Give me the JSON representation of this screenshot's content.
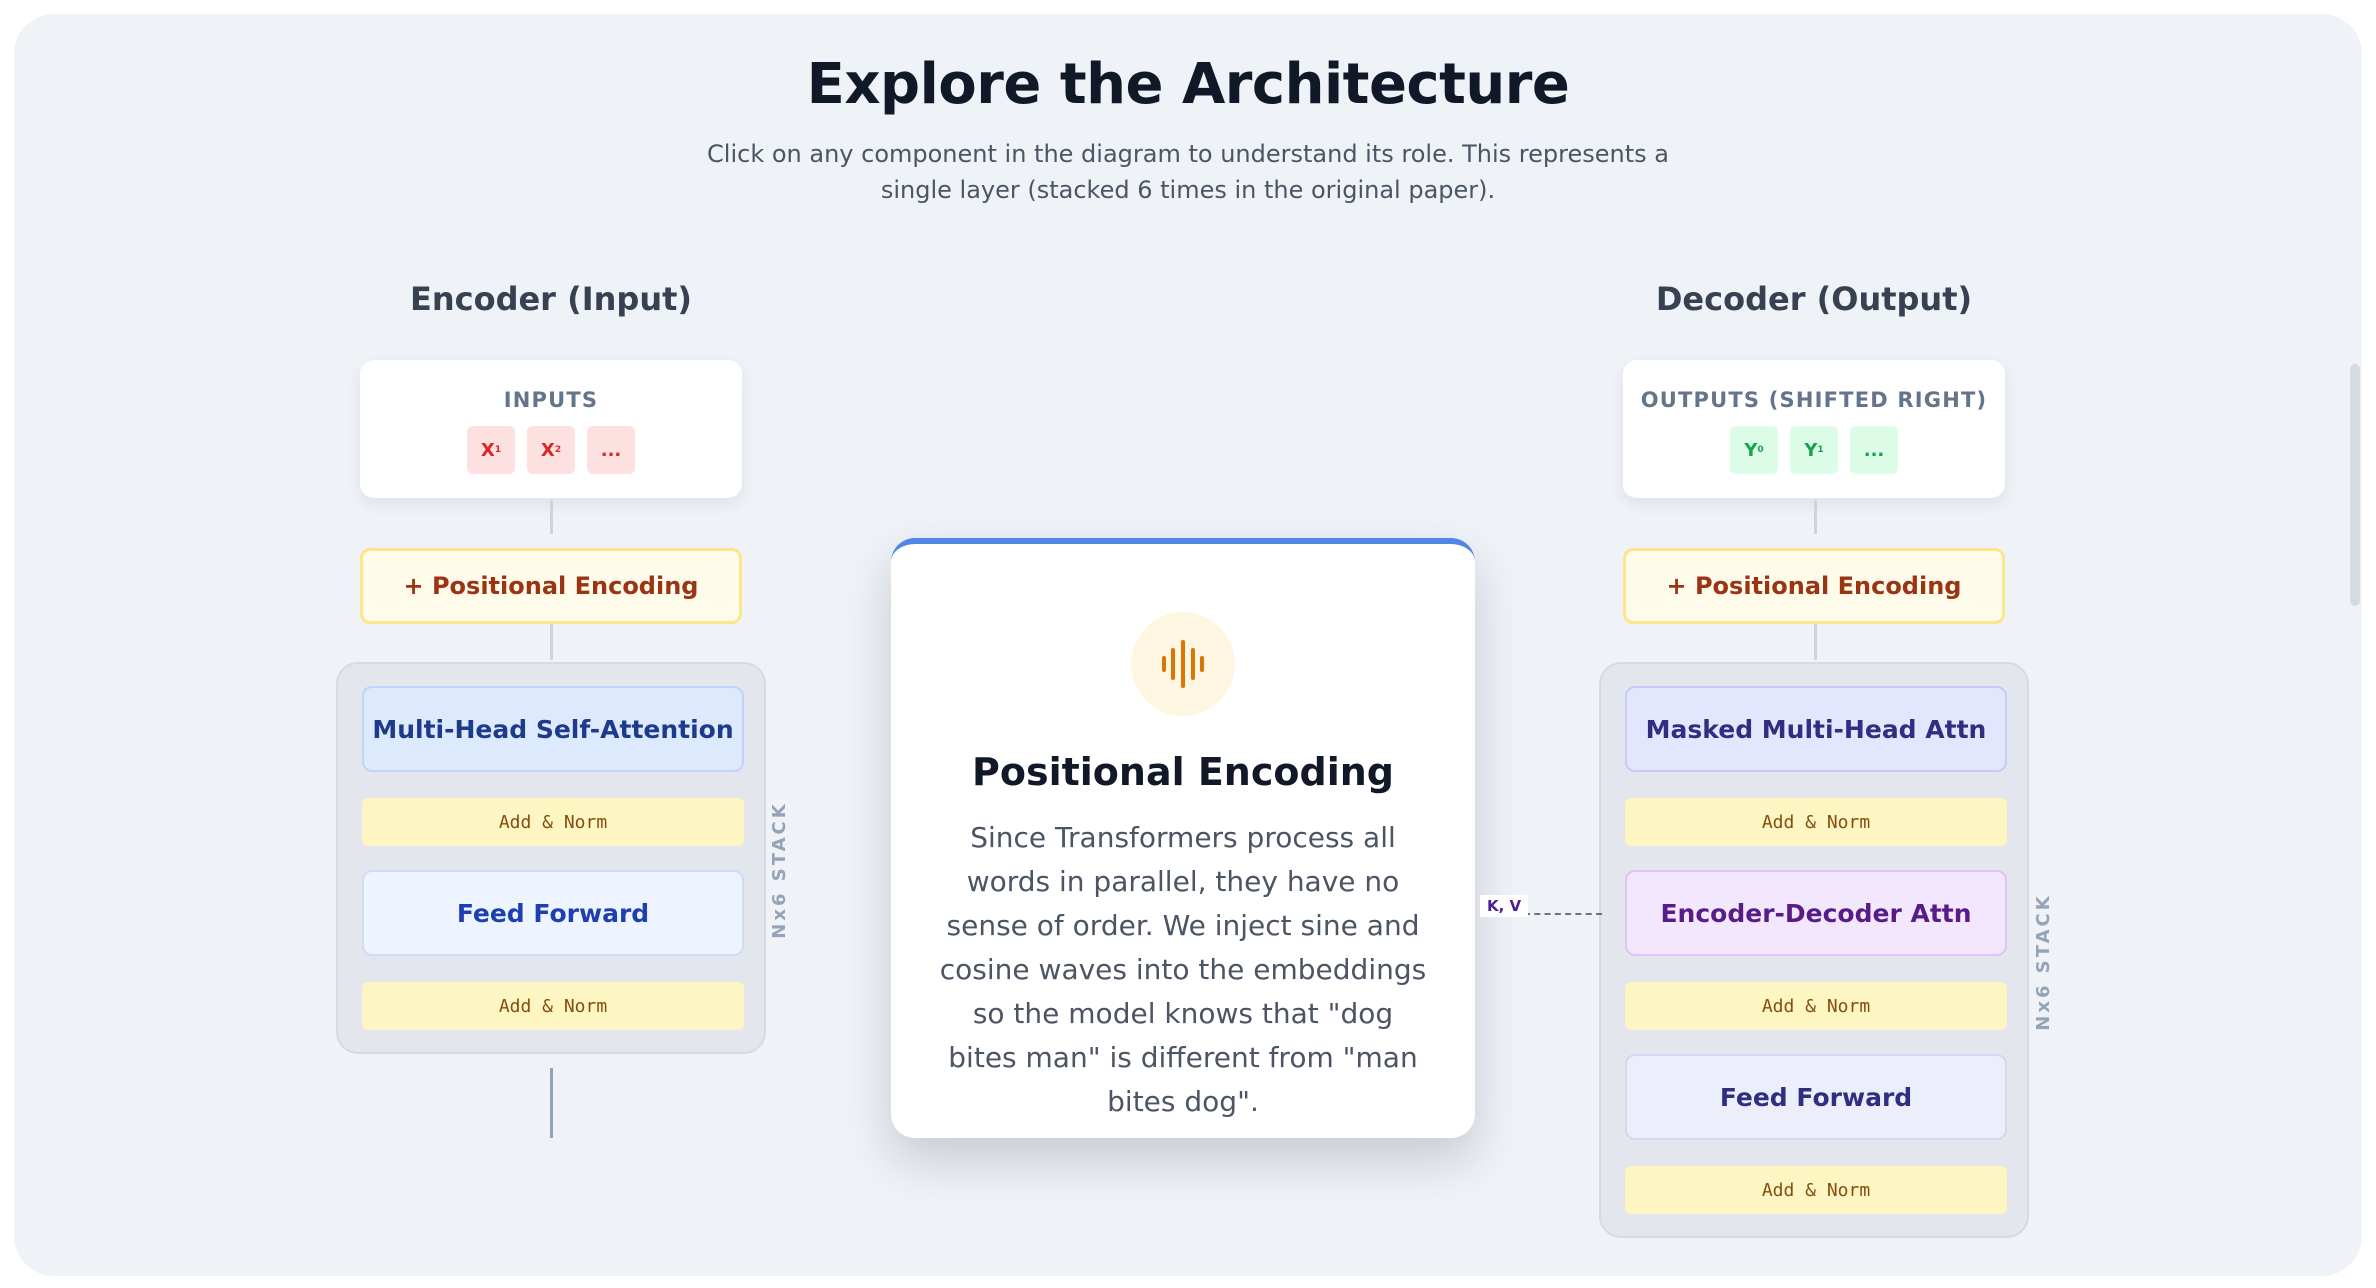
{
  "header": {
    "title": "Explore the Architecture",
    "subtitle": "Click on any component in the diagram to understand its role. This represents a single layer (stacked 6 times in the original paper)."
  },
  "encoder": {
    "title": "Encoder (Input)",
    "inputs_label": "INPUTS",
    "tokens": [
      {
        "base": "X",
        "sub": "1"
      },
      {
        "base": "X",
        "sub": "2"
      },
      {
        "base": "...",
        "sub": ""
      }
    ],
    "positional_encoding": "+ Positional Encoding",
    "self_attention": "Multi-Head Self-Attention",
    "add_norm_1": "Add & Norm",
    "feed_forward": "Feed Forward",
    "add_norm_2": "Add & Norm",
    "stack_label": "Nx6 STACK"
  },
  "decoder": {
    "title": "Decoder (Output)",
    "outputs_label": "OUTPUTS (SHIFTED RIGHT)",
    "tokens": [
      {
        "base": "Y",
        "sub": "0"
      },
      {
        "base": "Y",
        "sub": "1"
      },
      {
        "base": "...",
        "sub": ""
      }
    ],
    "positional_encoding": "+ Positional Encoding",
    "masked_attention": "Masked Multi-Head Attn",
    "add_norm_1": "Add & Norm",
    "cross_attention": "Encoder-Decoder Attn",
    "add_norm_2": "Add & Norm",
    "feed_forward": "Feed Forward",
    "add_norm_3": "Add & Norm",
    "stack_label": "Nx6 STACK"
  },
  "connector": {
    "kv_label": "K, V"
  },
  "info_card": {
    "icon": "waveform-icon",
    "title": "Positional Encoding",
    "body": "Since Transformers process all words in parallel, they have no sense of order. We inject sine and cosine waves into the embeddings so the model knows that \"dog bites man\" is different from \"man bites dog\"."
  },
  "colors": {
    "accent": "#4f86e8",
    "encoding_icon": "#d97706",
    "input_token": "#dc2626",
    "output_token": "#16a34a"
  }
}
